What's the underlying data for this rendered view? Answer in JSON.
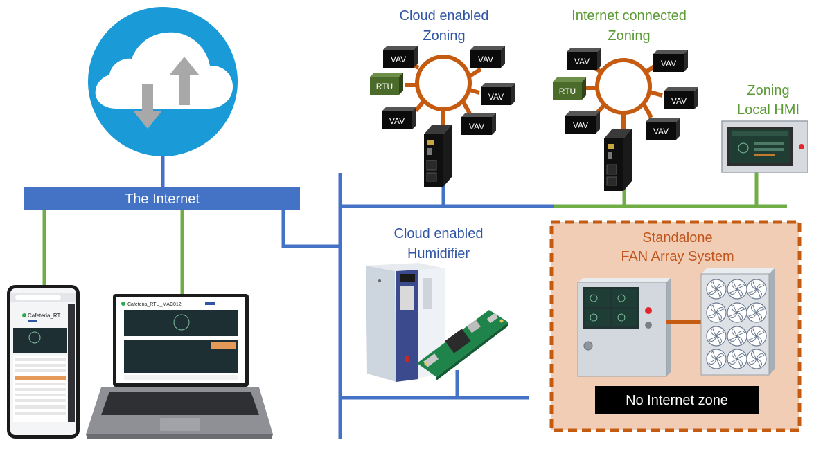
{
  "internet": {
    "label": "The Internet"
  },
  "cloud_zoning": {
    "title": [
      "Cloud enabled",
      "Zoning"
    ],
    "devices": [
      "VAV",
      "VAV",
      "RTU",
      "VAV",
      "VAV",
      "VAV"
    ]
  },
  "internet_zoning": {
    "title": [
      "Internet connected",
      "Zoning"
    ],
    "devices": [
      "VAV",
      "VAV",
      "RTU",
      "VAV",
      "VAV",
      "VAV"
    ]
  },
  "hmi": {
    "title": [
      "Zoning",
      "Local HMI"
    ]
  },
  "humidifier": {
    "title": [
      "Cloud enabled",
      "Humidifier"
    ]
  },
  "fan_array": {
    "title": [
      "Standalone",
      "FAN Array System"
    ],
    "badge": "No Internet zone"
  },
  "phone": {
    "site_name": "Cafeteria_RT..."
  },
  "laptop": {
    "site_name": "Cafeteria_RTU_MAC012"
  },
  "colors": {
    "blue": "#4472c4",
    "green": "#70ad47",
    "orange": "#c55a11",
    "cloud": "#1a9ad6",
    "zone_fill": "#f1cdb5"
  }
}
